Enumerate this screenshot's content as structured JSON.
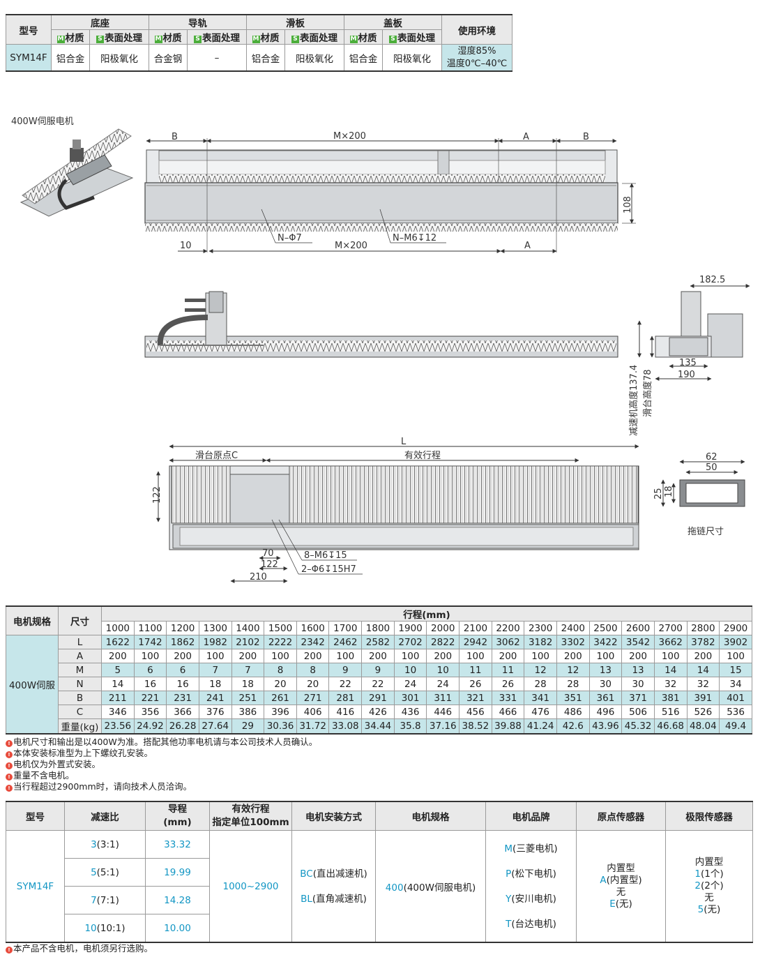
{
  "material_table": {
    "col_model": "型号",
    "col_base": "底座",
    "col_rail": "导轨",
    "col_slider": "滑板",
    "col_cover": "盖板",
    "col_env": "使用环境",
    "m_tag": "M",
    "s_tag": "S",
    "sub_material": "材质",
    "sub_surface": "表面处理",
    "row": {
      "model": "SYM14F",
      "base_material": "铝合金",
      "base_surface": "阳极氧化",
      "rail_material": "合金钢",
      "rail_surface": "–",
      "slider_material": "铝合金",
      "slider_surface": "阳极氧化",
      "cover_material": "铝合金",
      "cover_surface": "阳极氧化",
      "env_line1": "湿度85%",
      "env_line2": "温度0℃–40℃"
    }
  },
  "drawing": {
    "motor_caption": "400W伺服电机",
    "dim_B": "B",
    "dim_M200": "M×200",
    "dim_A": "A",
    "dim_108": "108",
    "dim_10": "10",
    "dim_N_phi7": "N–Φ7",
    "dim_N_M6": "N–M6↧12",
    "dim_182_5": "182.5",
    "dim_135": "135",
    "dim_190": "190",
    "label_reducer_height": "减速机高度137.4",
    "label_table_height": "滑台高度78",
    "dim_L": "L",
    "label_origin_C": "滑台原点C",
    "label_stroke": "有效行程",
    "dim_122_v": "122",
    "dim_70": "70",
    "dim_122": "122",
    "dim_210": "210",
    "label_8M6": "8–M6↧15",
    "label_2phi6": "2–Φ6↧15H7",
    "dim_62": "62",
    "dim_50": "50",
    "dim_25": "25",
    "dim_18": "18",
    "label_chain": "拖链尺寸"
  },
  "dims_table": {
    "h_motor": "电机规格",
    "h_size": "尺寸",
    "h_stroke": "行程(mm)",
    "strokes": [
      "1000",
      "1100",
      "1200",
      "1300",
      "1400",
      "1500",
      "1600",
      "1700",
      "1800",
      "1900",
      "2000",
      "2100",
      "2200",
      "2300",
      "2400",
      "2500",
      "2600",
      "2700",
      "2800",
      "2900"
    ],
    "motor": "400W伺服",
    "rows": [
      {
        "name": "L",
        "values": [
          "1622",
          "1742",
          "1862",
          "1982",
          "2102",
          "2222",
          "2342",
          "2462",
          "2582",
          "2702",
          "2822",
          "2942",
          "3062",
          "3182",
          "3302",
          "3422",
          "3542",
          "3662",
          "3782",
          "3902"
        ]
      },
      {
        "name": "A",
        "values": [
          "200",
          "100",
          "200",
          "100",
          "200",
          "100",
          "200",
          "100",
          "200",
          "100",
          "200",
          "100",
          "200",
          "100",
          "200",
          "100",
          "200",
          "100",
          "200",
          "100"
        ]
      },
      {
        "name": "M",
        "values": [
          "5",
          "6",
          "6",
          "7",
          "7",
          "8",
          "8",
          "9",
          "9",
          "10",
          "10",
          "11",
          "11",
          "12",
          "12",
          "13",
          "13",
          "14",
          "14",
          "15"
        ]
      },
      {
        "name": "N",
        "values": [
          "14",
          "16",
          "16",
          "18",
          "18",
          "20",
          "20",
          "22",
          "22",
          "24",
          "24",
          "26",
          "26",
          "28",
          "28",
          "30",
          "30",
          "32",
          "32",
          "34"
        ]
      },
      {
        "name": "B",
        "values": [
          "211",
          "221",
          "231",
          "241",
          "251",
          "261",
          "271",
          "281",
          "291",
          "301",
          "311",
          "321",
          "331",
          "341",
          "351",
          "361",
          "371",
          "381",
          "391",
          "401"
        ]
      },
      {
        "name": "C",
        "values": [
          "346",
          "356",
          "366",
          "376",
          "386",
          "396",
          "406",
          "416",
          "426",
          "436",
          "446",
          "456",
          "466",
          "476",
          "486",
          "496",
          "506",
          "516",
          "526",
          "536"
        ]
      },
      {
        "name": "重量(kg)",
        "values": [
          "23.56",
          "24.92",
          "26.28",
          "27.64",
          "29",
          "30.36",
          "31.72",
          "33.08",
          "34.44",
          "35.8",
          "37.16",
          "38.52",
          "39.88",
          "41.24",
          "42.6",
          "43.96",
          "45.32",
          "46.68",
          "48.04",
          "49.4"
        ]
      }
    ]
  },
  "notes": {
    "icon": "!",
    "lines": [
      "电机尺寸和输出是以400W为准。搭配其他功率电机请与本公司技术人员确认。",
      "本体安装标准型为上下螺纹孔安装。",
      "电机仅为外置式安装。",
      "重量不含电机。",
      "当行程超过2900mm时，请向技术人员洽询。"
    ]
  },
  "order_table": {
    "h_model": "型号",
    "h_ratio": "减速比",
    "h_lead_1": "导程",
    "h_lead_2": "(mm)",
    "h_stroke_1": "有效行程",
    "h_stroke_2": "指定单位100mm",
    "h_mount": "电机安装方式",
    "h_spec": "电机规格",
    "h_brand": "电机品牌",
    "h_origin": "原点传感器",
    "h_limit": "极限传感器",
    "model": "SYM14F",
    "ratios": [
      {
        "code": "3",
        "text": "(3:1)",
        "lead": "33.32"
      },
      {
        "code": "5",
        "text": "(5:1)",
        "lead": "19.99"
      },
      {
        "code": "7",
        "text": "(7:1)",
        "lead": "14.28"
      },
      {
        "code": "10",
        "text": "(10:1)",
        "lead": "10.00"
      }
    ],
    "stroke_range": "1000~2900",
    "mounts": [
      {
        "code": "BC",
        "text": "(直出减速机)"
      },
      {
        "code": "BL",
        "text": "(直角减速机)"
      }
    ],
    "spec_code": "400",
    "spec_text": "(400W伺服电机)",
    "brands": [
      {
        "code": "M",
        "text": "(三菱电机)"
      },
      {
        "code": "P",
        "text": "(松下电机)"
      },
      {
        "code": "Y",
        "text": "(安川电机)"
      },
      {
        "code": "T",
        "text": "(台达电机)"
      }
    ],
    "origin_title": "内置型",
    "origin_code": "A",
    "origin_code_text": "(内置型)",
    "origin_none": "无",
    "origin_none_code": "E",
    "origin_none_text": "(无)",
    "limit_title": "内置型",
    "limit_opts": [
      {
        "code": "1",
        "text": "(1个)"
      },
      {
        "code": "2",
        "text": "(2个)"
      }
    ],
    "limit_none": "无",
    "limit_none_code": "5",
    "limit_none_text": "(无)"
  },
  "footer_note": "本产品不含电机，电机须另行选购。",
  "colors": {
    "cyan": "#c6e6ea",
    "header": "#e9e9e9",
    "code_blue": "#1296c4",
    "tag_green": "#4cae3b",
    "note_red": "#e84b3c"
  }
}
